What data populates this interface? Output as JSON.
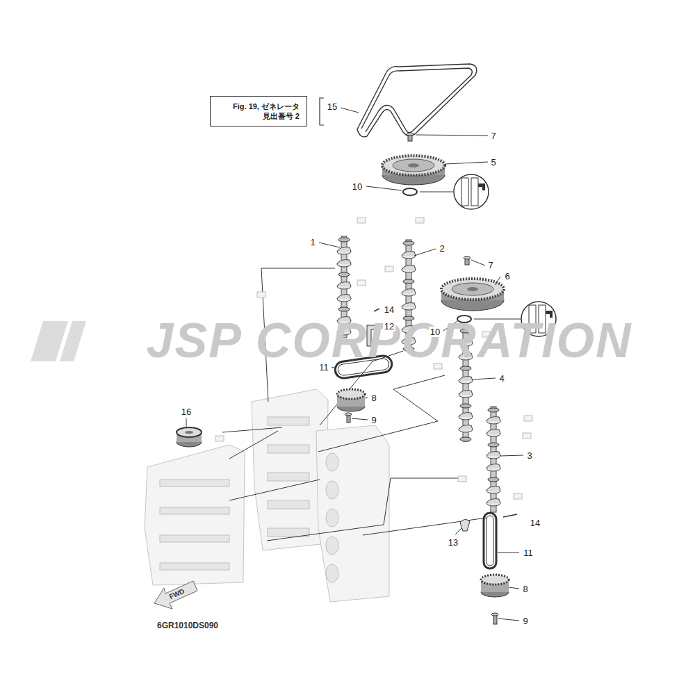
{
  "diagram": {
    "nodes": [
      {
        "text": [
          "Fig. 19, ゼネレータ 見出番号 2"
        ]
      }
    ],
    "labels": [
      "15",
      "7",
      "5",
      "10",
      "1",
      "2",
      "7",
      "6",
      "14",
      "12",
      "10",
      "4",
      "11",
      "8",
      "9",
      "16",
      "3",
      "14",
      "13",
      "11",
      "8",
      "9",
      "FWD",
      "6GR1010DS090",
      "JSP CORPORATION"
    ]
  }
}
